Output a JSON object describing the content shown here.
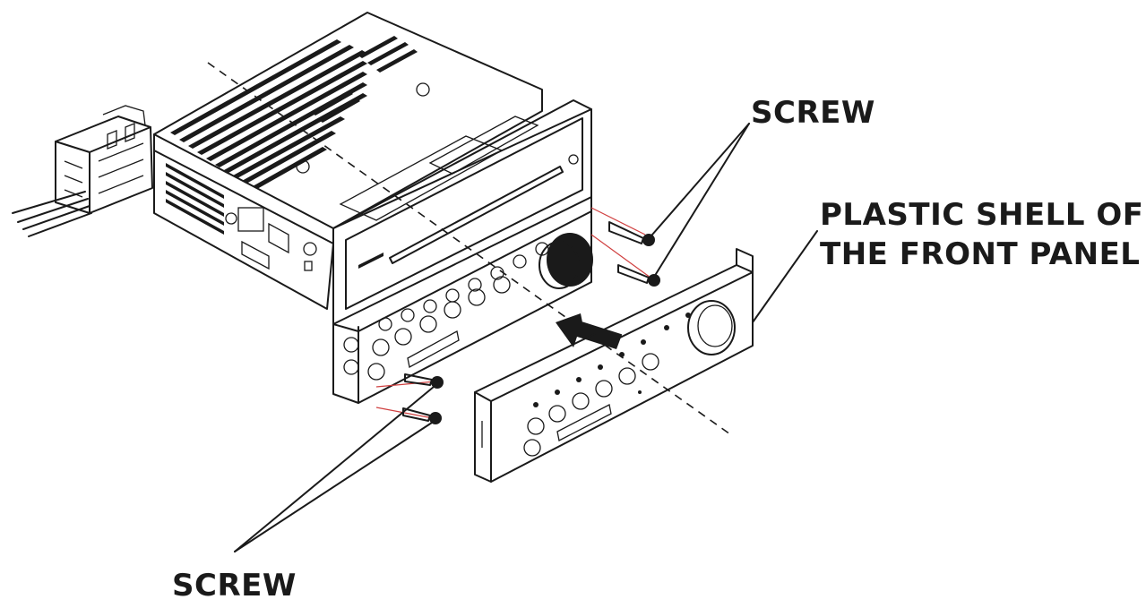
{
  "labels": {
    "screw_top": "SCREW",
    "shell_line1": "PLASTIC SHELL OF",
    "shell_line2": "THE FRONT PANEL",
    "screw_bottom": "SCREW"
  },
  "colors": {
    "line": "#1a1a1a",
    "guide": "#d04040",
    "background": "#ffffff"
  }
}
